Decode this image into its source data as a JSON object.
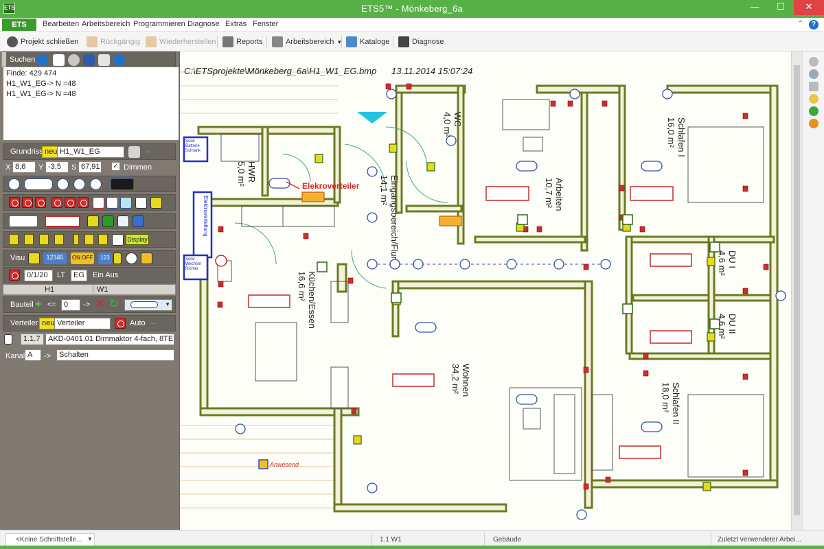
{
  "window": {
    "title": "ETS5™ - Mönkeberg_6a",
    "app_icon_label": "ETS"
  },
  "menu": {
    "ets_label": "ETS",
    "items": [
      "Bearbeiten",
      "Arbeitsbereich",
      "Programmieren",
      "Diagnose",
      "Extras",
      "Fenster"
    ],
    "help_label": "?"
  },
  "toolbar": {
    "close_project": "Projekt schließen",
    "undo": "Rückgängig",
    "redo": "Wiederherstellen",
    "reports": "Reports",
    "workspace": "Arbeitsbereich",
    "catalogs": "Kataloge",
    "diagnostics": "Diagnose"
  },
  "left": {
    "search_label": "Suchen",
    "results": [
      "Finde: 429 474",
      "H1_W1_EG-> N =48",
      "H1_W1_EG-> N =48"
    ],
    "floorplan_label": "Grundriss",
    "new_label": "neu",
    "floorplan_value": "H1_W1_EG",
    "x_label": "X",
    "x_value": "8,6",
    "y_label": "Y",
    "y_value": "-3,5",
    "s_label": "S",
    "s_value": "67,91",
    "dimmen_label": "Dimmen",
    "display_label": "Display",
    "visu_label": "Visu",
    "visu_value_label": "12345",
    "onoff_label": "ON OFF",
    "visu_num_label": "123",
    "group_address": "0/1/20",
    "lt_label": "LT",
    "eg_value": "EG",
    "ein_aus_label": "Ein  Aus",
    "h1_label": "H1",
    "w1_label": "W1",
    "bauteil_label": "Bauteil",
    "compare_lt": "<=",
    "zero_value": "0",
    "arrow": "->",
    "verteiler_label": "Verteiler",
    "verteiler_value": "Verteiler",
    "auto_label": "Auto",
    "device_address": "1.1.7",
    "device_name": "AKD-0401.01 Dimmaktor 4-fach, 8TE,",
    "kanal_label": "Kanal",
    "kanal_value": "A",
    "schalten_label": "Schalten"
  },
  "plan": {
    "file_path": "C:\\ETSprojekte\\Mönkeberg_6a\\H1_W1_EG.bmp",
    "timestamp": "13.11.2014 15:07:24",
    "elekroverteiler": "Elekroverteiler",
    "anwesend": "Anwesend",
    "solar_batterie": "Solar Batterie Schrank",
    "elektroverteilung": "Elektroverteilung",
    "solar_wechselrichter": "Solar Wechsel Richter",
    "rooms": [
      {
        "name": "WC",
        "area": "4,0 m²"
      },
      {
        "name": "HWR",
        "area": "5,0 m²"
      },
      {
        "name": "Eingangsbereich/Flur",
        "area": "14,1 m²"
      },
      {
        "name": "Arbeiten",
        "area": "10,7 m²"
      },
      {
        "name": "Schlafen I",
        "area": "16,0 m²"
      },
      {
        "name": "Küchen/Essen",
        "area": "16,6 m²"
      },
      {
        "name": "Wohnen",
        "area": "34,2 m²"
      },
      {
        "name": "DU I",
        "area": "4,6 m²"
      },
      {
        "name": "DU II",
        "area": "4,6 m²"
      },
      {
        "name": "Schlafen II",
        "area": "18,0 m²"
      }
    ]
  },
  "status": {
    "interface": "<Keine Schnittstelle...",
    "location": "1.1 W1",
    "building": "Gebäude",
    "last_used": "Zuletzt verwendeter Arbei..."
  },
  "colors": {
    "accent_green": "#57b146",
    "panel_gray": "#807a72",
    "wall": "#6b7a22",
    "device_red": "#d42a2a"
  }
}
